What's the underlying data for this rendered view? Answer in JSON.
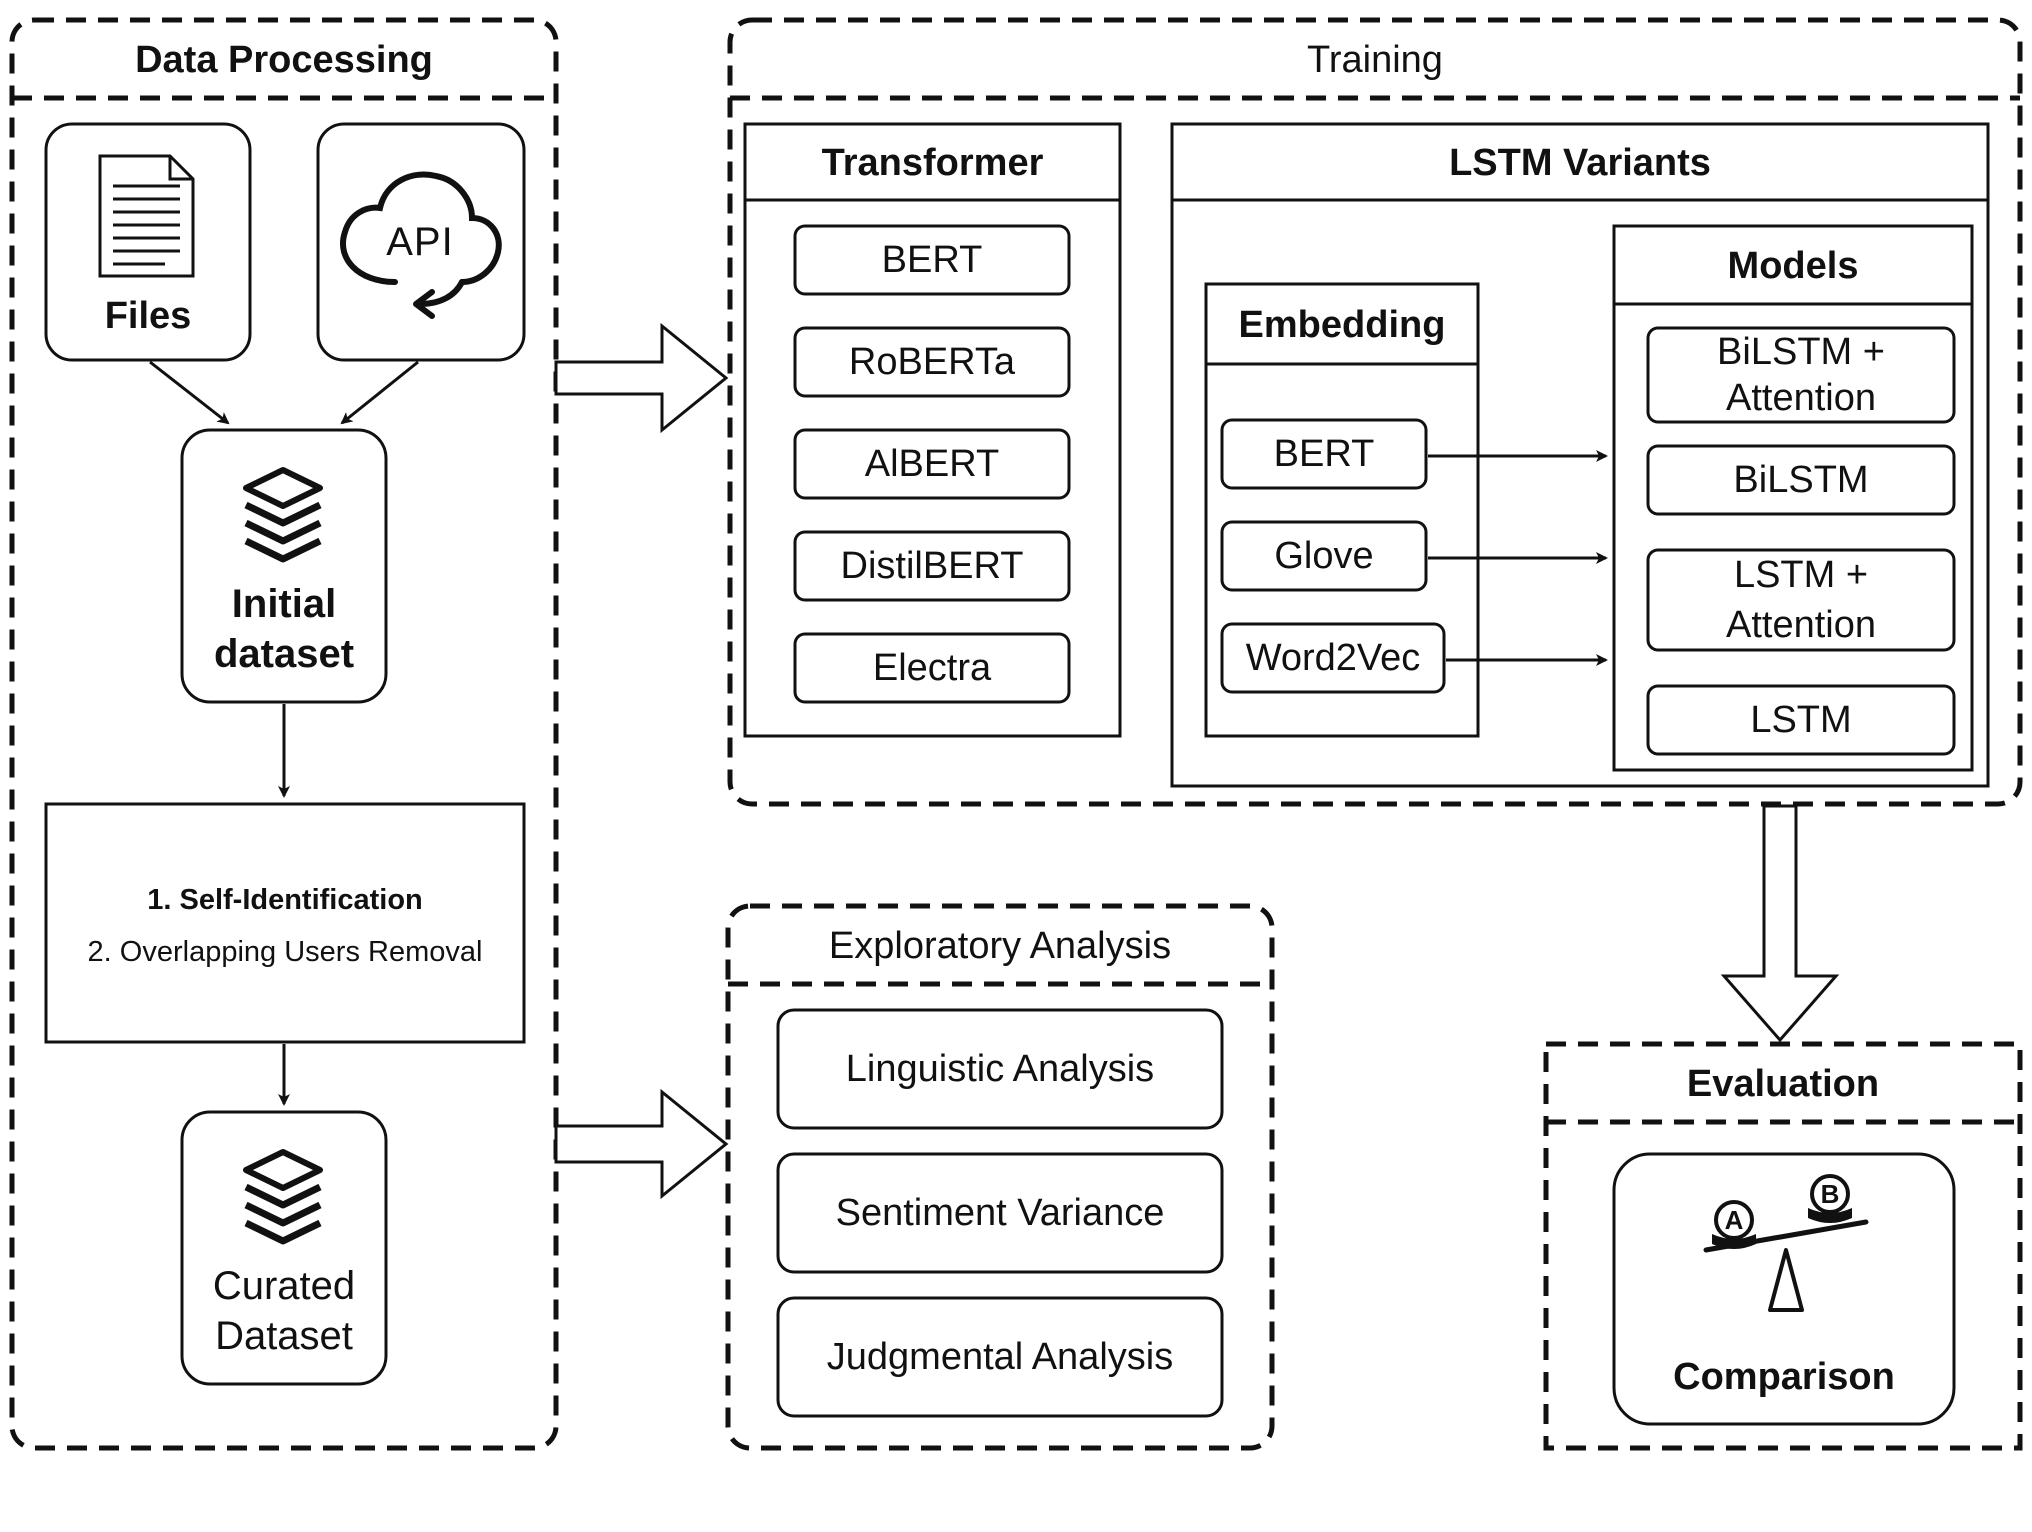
{
  "data_processing": {
    "title": "Data Processing",
    "files_label": "Files",
    "api_label": "API",
    "initial_dataset": [
      "Initial",
      "dataset"
    ],
    "steps": [
      "1. Self-Identification",
      "2. Overlapping Users Removal"
    ],
    "curated_dataset": [
      "Curated",
      "Dataset"
    ]
  },
  "training": {
    "title": "Training",
    "transformer": {
      "title": "Transformer",
      "models": [
        "BERT",
        "RoBERTa",
        "AlBERT",
        "DistilBERT",
        "Electra"
      ]
    },
    "lstm_variants": {
      "title": "LSTM Variants",
      "embedding": {
        "title": "Embedding",
        "items": [
          "BERT",
          "Glove",
          "Word2Vec"
        ]
      },
      "models": {
        "title": "Models",
        "items": [
          [
            "BiLSTM +",
            "Attention"
          ],
          [
            "BiLSTM"
          ],
          [
            "LSTM +",
            "Attention"
          ],
          [
            "LSTM"
          ]
        ]
      }
    }
  },
  "exploratory_analysis": {
    "title": "Exploratory Analysis",
    "items": [
      "Linguistic Analysis",
      "Sentiment Variance",
      "Judgmental Analysis"
    ]
  },
  "evaluation": {
    "title": "Evaluation",
    "comparison_label": "Comparison",
    "scale_labels": [
      "A",
      "B"
    ]
  }
}
